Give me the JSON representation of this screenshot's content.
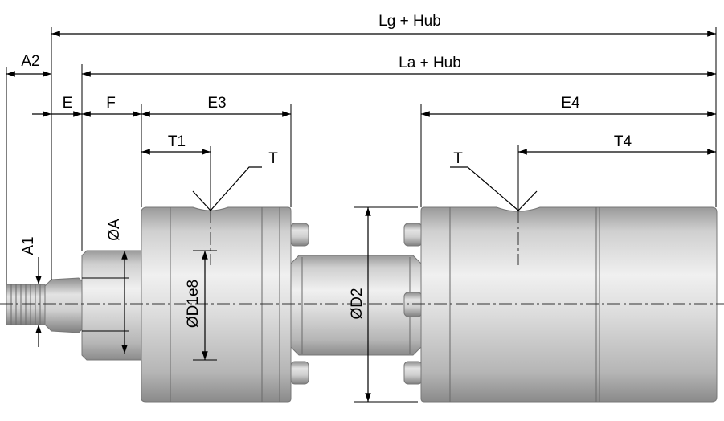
{
  "colors": {
    "metal_light": "#e6e6e6",
    "metal_mid": "#c7c7c7",
    "metal_dark": "#8f8f8f",
    "line": "#000000"
  },
  "labels": {
    "lg_hub": "Lg + Hub",
    "la_hub": "La + Hub",
    "a2": "A2",
    "e": "E",
    "f": "F",
    "e3": "E3",
    "e4": "E4",
    "t1": "T1",
    "t4": "T4",
    "t_left": "T",
    "t_right": "T",
    "a1": "A1",
    "dia_a": "ØA",
    "dia_d1e8": "ØD1e8",
    "dia_d2": "ØD2"
  }
}
